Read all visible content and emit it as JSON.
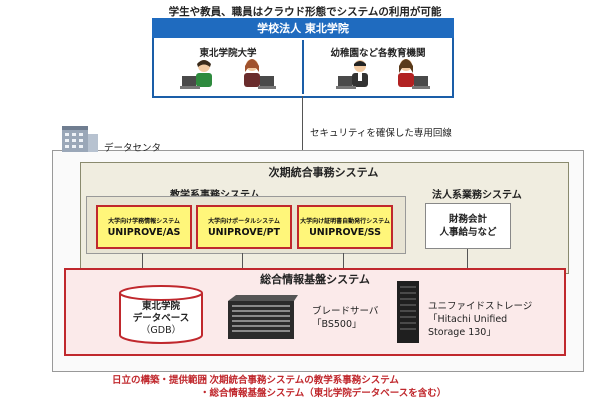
{
  "top_caption": "学生や教員、職員はクラウド形態でシステムの利用が可能",
  "corporation": {
    "title": "学校法人 東北学院",
    "left_panel": "東北学院大学",
    "right_panel": "幼稚園など各教育機関"
  },
  "security_line": "セキュリティを確保した専用回線",
  "datacenter_label": "データセンタ",
  "next_system": {
    "title": "次期統合事務システム",
    "academic_title": "教学系事務システム",
    "corporate_title": "法人系業務システム",
    "modules": [
      {
        "small": "大学向け学務情報システム",
        "name": "UNIPROVE/AS"
      },
      {
        "small": "大学向けポータルシステム",
        "name": "UNIPROVE/PT"
      },
      {
        "small": "大学向け証明書自動発行システム",
        "name": "UNIPROVE/SS"
      }
    ],
    "corporate_items": [
      "財務会計",
      "人事給与など"
    ]
  },
  "infra": {
    "title": "総合情報基盤システム",
    "database": [
      "東北学院",
      "データベース",
      "（GDB）"
    ],
    "blade": [
      "ブレードサーバ",
      "「BS500」"
    ],
    "storage": [
      "ユニファイドストレージ",
      "「Hitachi Unified",
      "Storage 130」"
    ]
  },
  "scope": {
    "heading": "日立の構築・提供範囲",
    "items": [
      "・次期統合事務システムの教学系事務システム",
      "・総合情報基盤システム（東北学院データベースを含む）"
    ]
  },
  "colors": {
    "blue": "#1f6bbf",
    "red": "#c0282d",
    "yellow": "#fff67a",
    "beige": "#f0ede0"
  }
}
